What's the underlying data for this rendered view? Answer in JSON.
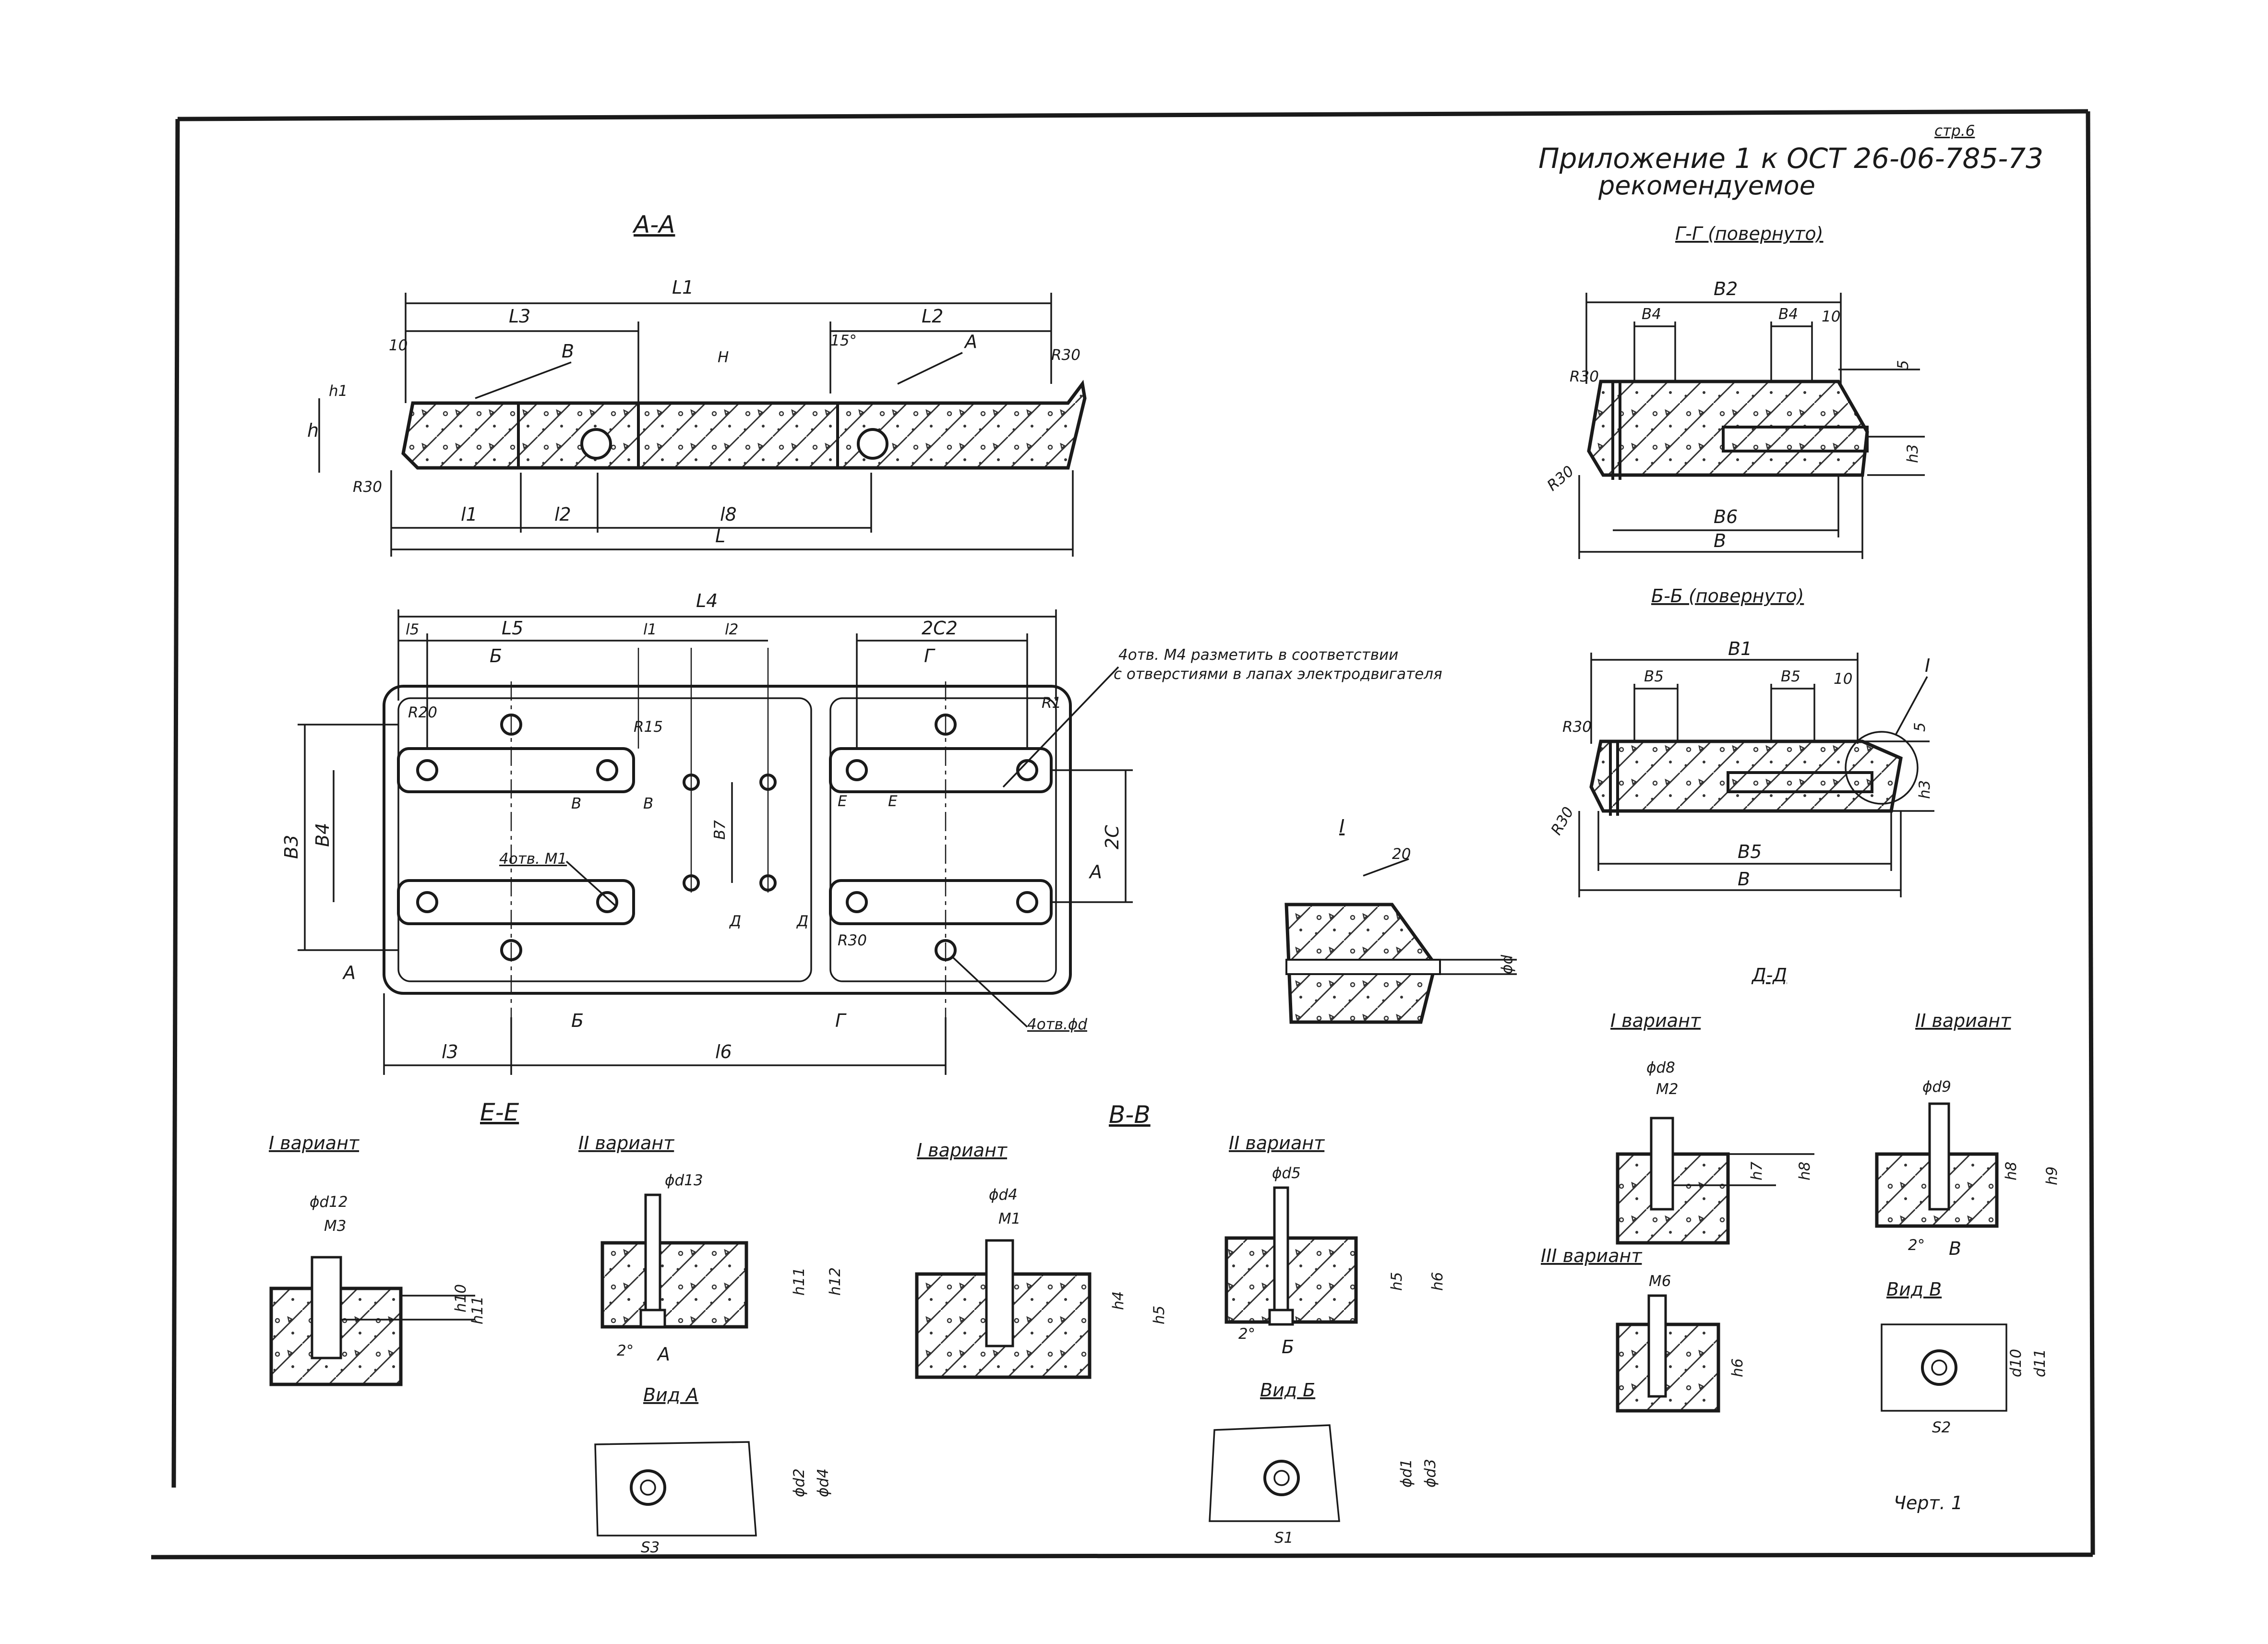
{
  "header": {
    "page": "стр.6",
    "appendix": "Приложение 1 к ОСТ 26-06-785-73",
    "status": "рекомендуемое"
  },
  "figure": "Черт. 1",
  "sections": {
    "aa": {
      "title": "А-А",
      "dims": [
        "L1",
        "L3",
        "L2",
        "h",
        "h1",
        "H",
        "l1",
        "l2",
        "l8",
        "L"
      ],
      "radii": [
        "R30",
        "R30"
      ],
      "notes": [
        "10",
        "15°"
      ],
      "letters": [
        "В",
        "А"
      ]
    },
    "plan": {
      "dims_top": [
        "L4",
        "l5",
        "L5",
        "l1",
        "l2",
        "2C2"
      ],
      "dims_bottom": [
        "l3",
        "l6"
      ],
      "dims_side": [
        "B3",
        "B4",
        "B7",
        "2C"
      ],
      "radii": [
        "R20",
        "R15",
        "R1",
        "R30"
      ],
      "note_holes_m4": "4отв. M4 разметить в соответствии с отверстиями в лапах электродвигателя",
      "note_m1": "4отв. M1",
      "note_d": "4отв.ϕd",
      "cut_marks": [
        "Б",
        "Г",
        "А",
        "В",
        "Е",
        "Д"
      ]
    },
    "gg": {
      "title": "Г-Г (повернуто)",
      "dims": [
        "B2",
        "B4",
        "B4",
        "10",
        "5",
        "h3",
        "B6",
        "B"
      ],
      "radii": [
        "R30",
        "R30"
      ]
    },
    "bb": {
      "title": "Б-Б (повернуто)",
      "dims": [
        "B1",
        "B5",
        "B5",
        "10",
        "5",
        "h3",
        "B5",
        "B"
      ],
      "radii": [
        "R30",
        "R30"
      ],
      "detail": "I"
    },
    "detail1": {
      "title": "I",
      "dims": [
        "20",
        "ϕd"
      ]
    },
    "dd": {
      "title": "Д-Д",
      "v1": {
        "label": "I вариант",
        "dims": [
          "ϕd8",
          "M2",
          "h7",
          "h8"
        ]
      },
      "v2": {
        "label": "II вариант",
        "dims": [
          "ϕd9",
          "h8",
          "h9",
          "2°",
          "В"
        ]
      },
      "v3": {
        "label": "III вариант",
        "dims": [
          "M6",
          "h6"
        ]
      },
      "view": {
        "label": "Вид В",
        "dims": [
          "d10",
          "d11",
          "S2"
        ]
      }
    },
    "ee": {
      "title": "Е-Е",
      "v1": {
        "label": "I вариант",
        "dims": [
          "ϕd12",
          "M3",
          "h10",
          "h11"
        ]
      },
      "v2": {
        "label": "II вариант",
        "dims": [
          "ϕd13",
          "h11",
          "h12",
          "2°",
          "А"
        ]
      },
      "view": {
        "label": "Вид А",
        "dims": [
          "ϕd2",
          "ϕd4",
          "S3"
        ]
      }
    },
    "vv": {
      "title": "В-В",
      "v1": {
        "label": "I вариант",
        "dims": [
          "ϕd4",
          "M1",
          "h4",
          "h5"
        ]
      },
      "v2": {
        "label": "II вариант",
        "dims": [
          "ϕd5",
          "h5",
          "h6",
          "2°",
          "Б"
        ]
      },
      "view": {
        "label": "Вид Б",
        "dims": [
          "ϕd1",
          "ϕd3",
          "S1"
        ]
      }
    }
  }
}
